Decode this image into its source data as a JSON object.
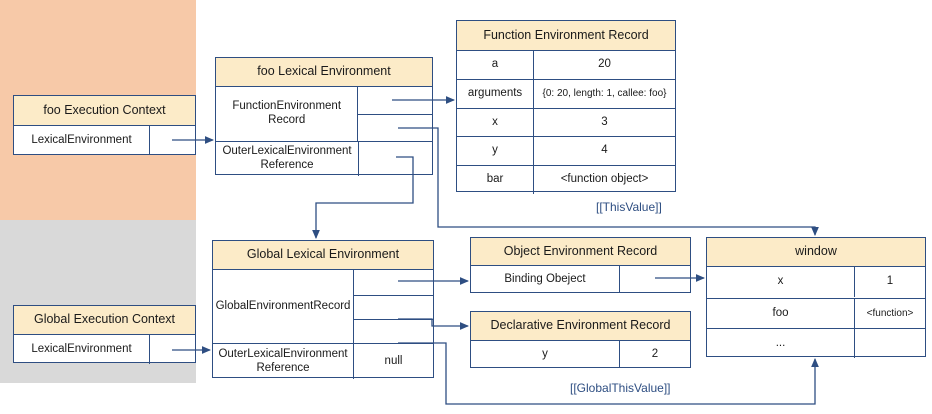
{
  "diagram": {
    "title": "JavaScript Execution Context and Lexical Environment diagram",
    "colors": {
      "band_foo": "#F7C9A8",
      "band_global": "#D9D9D9",
      "header_fill": "#FCEBC8",
      "stroke": "#2E4E82",
      "label_text": "#2E4E82"
    }
  },
  "foo_execution_context": {
    "header": "foo Execution Context",
    "rows": [
      {
        "label": "LexicalEnvironment",
        "pointer": ""
      }
    ]
  },
  "global_execution_context": {
    "header": "Global Execution Context",
    "rows": [
      {
        "label": "LexicalEnvironment",
        "pointer": ""
      }
    ]
  },
  "foo_lexical_environment": {
    "header": "foo Lexical Environment",
    "rows": [
      {
        "label": "FunctionEnvironment\nRecord",
        "slots": [
          "",
          ""
        ]
      },
      {
        "label": "OuterLexicalEnvironment\nReference",
        "slots": [
          ""
        ]
      }
    ],
    "row1_label_line1": "FunctionEnvironment",
    "row1_label_line2": "Record",
    "row2_label_line1": "OuterLexicalEnvironment",
    "row2_label_line2": "Reference"
  },
  "global_lexical_environment": {
    "header": "Global Lexical Environment",
    "record_label": "GlobalEnvironmentRecord",
    "outer_label_line1": "OuterLexicalEnvironment",
    "outer_label_line2": "Reference",
    "outer_value": "null",
    "record_slots": [
      "",
      "",
      ""
    ]
  },
  "function_environment_record": {
    "header": "Function Environment Record",
    "rows": [
      {
        "key": "a",
        "value": "20"
      },
      {
        "key": "arguments",
        "value": "{0: 20, length: 1, callee: foo}"
      },
      {
        "key": "x",
        "value": "3"
      },
      {
        "key": "y",
        "value": "4"
      },
      {
        "key": "bar",
        "value": "<function object>"
      }
    ]
  },
  "object_environment_record": {
    "header": "Object Environment Record",
    "rows": [
      {
        "key": "Binding Obeject",
        "value": ""
      }
    ]
  },
  "declarative_environment_record": {
    "header": "Declarative Environment Record",
    "rows": [
      {
        "key": "y",
        "value": "2"
      }
    ]
  },
  "window_object": {
    "header": "window",
    "rows": [
      {
        "key": "x",
        "value": "1"
      },
      {
        "key": "foo",
        "value": "<function>"
      },
      {
        "key": "...",
        "value": ""
      }
    ]
  },
  "annotations": {
    "this_value": "[[ThisValue]]",
    "global_this_value": "[[GlobalThisValue]]"
  }
}
